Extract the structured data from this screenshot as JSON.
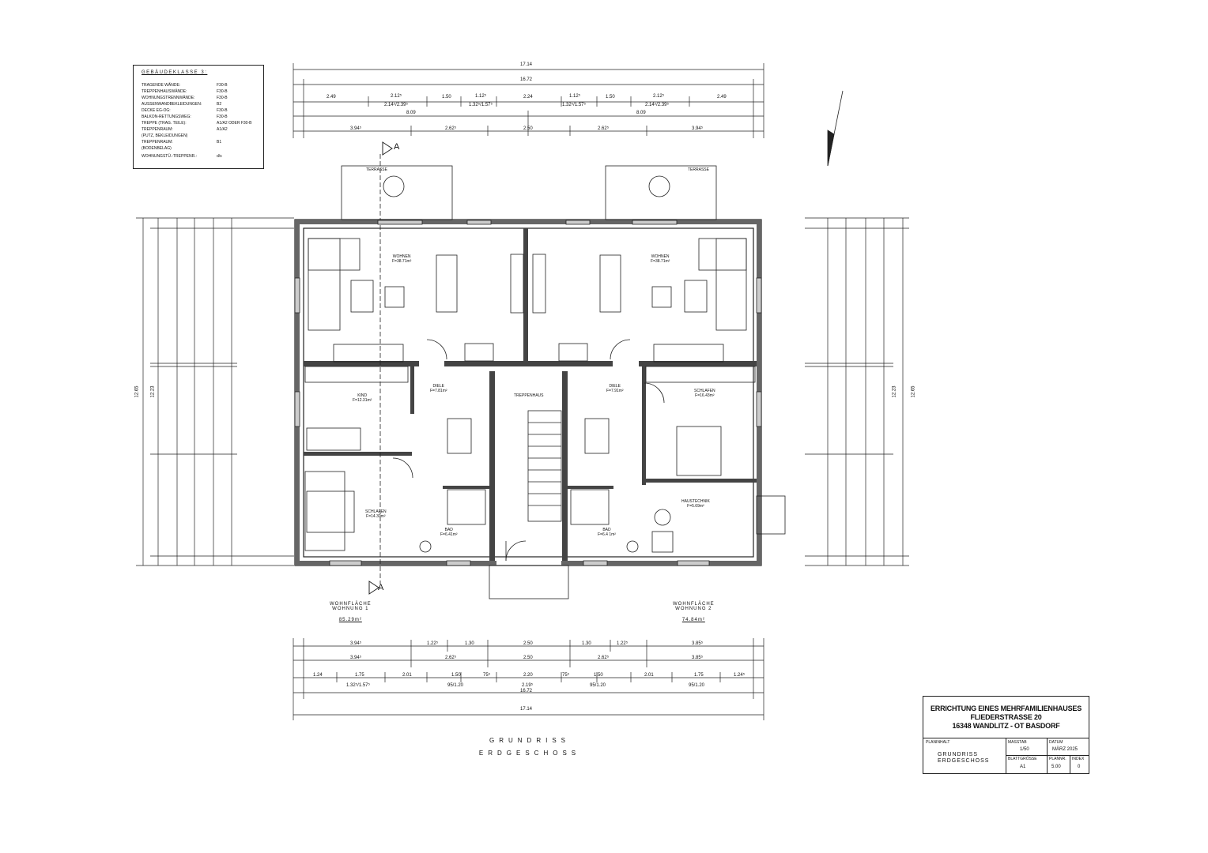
{
  "legend": {
    "title": "GEBÄUDEKLASSE 3:",
    "rows": [
      {
        "label": "TRAGENDE WÄNDE:",
        "value": "F30-B"
      },
      {
        "label": "TREPPENHAUSWÄNDE:",
        "value": "F30-B"
      },
      {
        "label": "WOHNUNGSTRENNWÄNDE:",
        "value": "F30-B"
      },
      {
        "label": "AUSSENWANDBEKLEIDUNGEN:",
        "value": "B2"
      },
      {
        "label": "DECKE EG-OG:",
        "value": "F30-B"
      },
      {
        "label": "BALKON-RETTUNGSWEG:",
        "value": "F30-B"
      },
      {
        "label": "TREPPE (TRAG. TEILE):",
        "value": "A1/A2 ODER F30-B"
      },
      {
        "label": "TREPPENRAUM:",
        "value": "A1/A2"
      },
      {
        "label": "(PUTZ, BEKLEIDUNGEN)",
        "value": ""
      },
      {
        "label": "TREPPENRAUM:",
        "value": "B1"
      },
      {
        "label": "(BODENBELAG)",
        "value": ""
      },
      {
        "label": "WOHNUNGSTÜ.-TREPPENR.:",
        "value": "d/s"
      }
    ]
  },
  "top_dims": {
    "overall": "17.14",
    "inner": "16.72",
    "row3": [
      "2.49",
      "2.12⁵",
      "1.50",
      "1.12⁵",
      "2.24",
      "1.12⁵",
      "1.50",
      "2.12⁵",
      "2.49"
    ],
    "row3b": [
      "2.14⁵/2.39⁵",
      "1.32⁵/1.57⁵",
      "1.32⁵/1.57⁵",
      "2.14⁵/2.39⁵"
    ],
    "row4": [
      "8.09",
      "8.09"
    ],
    "row5": [
      "3.94⁵",
      "2.62⁵",
      "2.50",
      "2.62⁵",
      "3.94⁵"
    ]
  },
  "bottom_dims": {
    "row1": [
      "3.94⁵",
      "1.22⁵",
      "1.30",
      "2.50",
      "1.30",
      "1.22⁵",
      "3.85⁵"
    ],
    "row2": [
      "3.94⁵",
      "2.62⁵",
      "2.50",
      "2.62⁵",
      "3.85⁵"
    ],
    "row3": [
      "1.24",
      "1.75",
      "2.01",
      "1.50",
      "75⁵",
      "2.20",
      "75⁵",
      "1.50",
      "2.01",
      "1.75",
      "1.24⁵"
    ],
    "row4": [
      "1.32⁵/1.57⁵",
      "95/1.20",
      "2.19⁵",
      "95/1.20",
      "95/1.20"
    ],
    "inner": "16.72",
    "overall": "17.14"
  },
  "side_dims": {
    "left_overall": "12.65",
    "left_inner": "12.23",
    "right_overall": "12.65",
    "right_inner": "12.23"
  },
  "section_marks": {
    "top": "A",
    "bottom": "A"
  },
  "rooms": [
    {
      "name": "WOHNEN",
      "area": "F=38.71m²"
    },
    {
      "name": "WOHNEN",
      "area": "F=38.71m²"
    },
    {
      "name": "KIND",
      "area": "F=12.31m²"
    },
    {
      "name": "DIELE",
      "area": "F=7.81m²"
    },
    {
      "name": "TREPPENHAUS",
      "area": ""
    },
    {
      "name": "DIELE",
      "area": "F=7.91m²"
    },
    {
      "name": "SCHLAFEN",
      "area": "F=16.43m²"
    },
    {
      "name": "SCHLAFEN",
      "area": "F=14.30m²"
    },
    {
      "name": "BAD",
      "area": "F=6.41m²"
    },
    {
      "name": "BAD",
      "area": "F=6.4 1m²"
    },
    {
      "name": "HAUSTECHNIK",
      "area": "F=5.69m²"
    },
    {
      "name": "TERRASSE",
      "area": ""
    },
    {
      "name": "TERRASSE",
      "area": ""
    }
  ],
  "living_area": {
    "w1_title": "WOHNFLÄCHE",
    "w1_name": "WOHNUNG 1",
    "w1_value": "85.29m²",
    "w2_title": "WOHNFLÄCHE",
    "w2_name": "WOHNUNG 2",
    "w2_value": "74.84m²"
  },
  "plan_title": {
    "line1": "GRUNDRISS",
    "line2": "ERDGESCHOSS"
  },
  "title_block": {
    "line1": "ERRICHTUNG EINES MEHRFAMILIENHAUSES",
    "line2": "FLIEDERSTRASSE 20",
    "line3": "16348 WANDLITZ - OT BASDORF",
    "plan_label": "PLANINHALT",
    "plan_content1": "GRUNDRISS",
    "plan_content2": "ERDGESCHOSS",
    "scale_label": "MASSTAB",
    "scale": "1/50",
    "date_label": "DATUM",
    "date": "MÄRZ 2025",
    "format_label": "BLATTGRÖSSE",
    "format": "A1",
    "plan_no_label": "PLANNR.",
    "plan_no": "5.00",
    "index_label": "INDEX",
    "index": "0"
  }
}
